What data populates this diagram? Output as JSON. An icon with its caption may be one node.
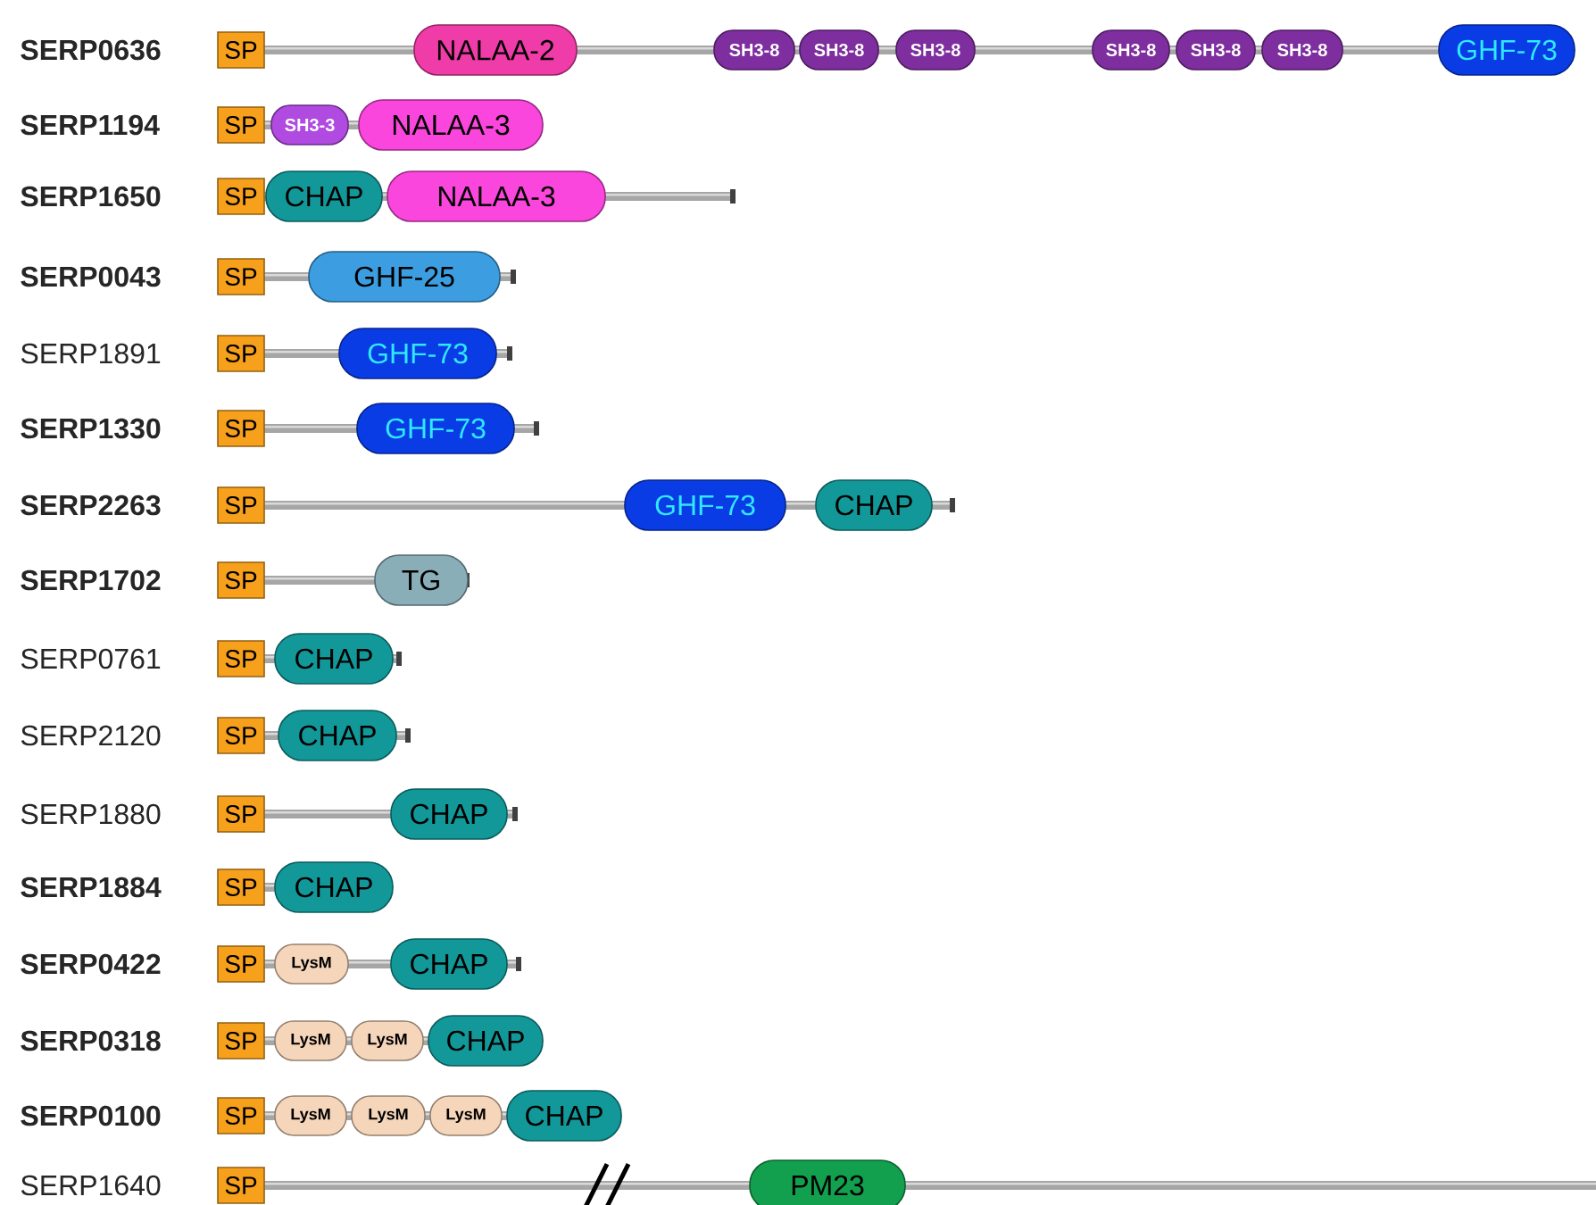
{
  "diagram": {
    "nodes": [
      {
        "text": [
          "SP"
        ]
      },
      {
        "text": [
          "NALAA-2"
        ]
      },
      {
        "text": [
          "SH3-8"
        ]
      },
      {
        "text": [
          "SH3-8"
        ]
      },
      {
        "text": [
          "SH3-8"
        ]
      },
      {
        "text": [
          "SH3-8"
        ]
      },
      {
        "text": [
          "SH3-8"
        ]
      },
      {
        "text": [
          "SH3-8"
        ]
      },
      {
        "text": [
          "GHF-73"
        ]
      },
      {
        "text": [
          "SP"
        ]
      },
      {
        "text": [
          "SH3-3"
        ]
      },
      {
        "text": [
          "NALAA-3"
        ]
      },
      {
        "text": [
          "SP"
        ]
      },
      {
        "text": [
          "CHAP"
        ]
      },
      {
        "text": [
          "NALAA-3"
        ]
      },
      {
        "text": [
          "SP"
        ]
      },
      {
        "text": [
          "GHF-25"
        ]
      },
      {
        "text": [
          "SP"
        ]
      },
      {
        "text": [
          "GHF-73"
        ]
      },
      {
        "text": [
          "SP"
        ]
      },
      {
        "text": [
          "GHF-73"
        ]
      },
      {
        "text": [
          "SP"
        ]
      },
      {
        "text": [
          "GHF-73"
        ]
      },
      {
        "text": [
          "CHAP"
        ]
      },
      {
        "text": [
          "SP"
        ]
      },
      {
        "text": [
          "TG"
        ]
      },
      {
        "text": [
          "SP"
        ]
      },
      {
        "text": [
          "CHAP"
        ]
      },
      {
        "text": [
          "SP"
        ]
      },
      {
        "text": [
          "CHAP"
        ]
      },
      {
        "text": [
          "SP"
        ]
      },
      {
        "text": [
          "CHAP"
        ]
      },
      {
        "text": [
          "SP"
        ]
      },
      {
        "text": [
          "CHAP"
        ]
      },
      {
        "text": [
          "SP"
        ]
      },
      {
        "text": [
          "LysM"
        ]
      },
      {
        "text": [
          "CHAP"
        ]
      },
      {
        "text": [
          "SP"
        ]
      },
      {
        "text": [
          "LysM"
        ]
      },
      {
        "text": [
          "LysM"
        ]
      },
      {
        "text": [
          "CHAP"
        ]
      },
      {
        "text": [
          "SP"
        ]
      },
      {
        "text": [
          "LysM"
        ]
      },
      {
        "text": [
          "LysM"
        ]
      },
      {
        "text": [
          "LysM"
        ]
      },
      {
        "text": [
          "CHAP"
        ]
      },
      {
        "text": [
          "SP"
        ]
      },
      {
        "text": [
          "PM23"
        ]
      }
    ],
    "labels": [
      "SERP0636",
      "SERP1194",
      "SERP1650",
      "SERP0043",
      "SERP1891",
      "SERP1330",
      "SERP2263",
      "SERP1702",
      "SERP0761",
      "SERP2120",
      "SERP1880",
      "SERP1884",
      "SERP0422",
      "SERP0318",
      "SERP0100",
      "SERP1640"
    ]
  }
}
